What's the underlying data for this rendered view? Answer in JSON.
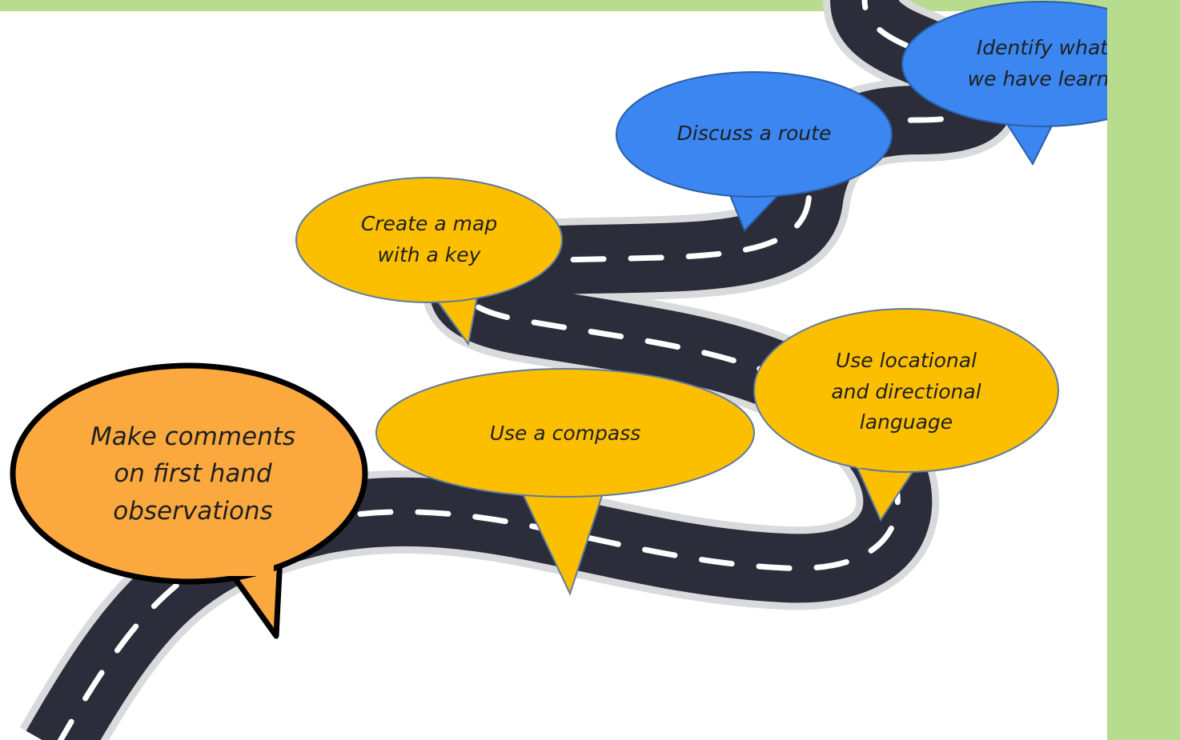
{
  "colors": {
    "panel_green": "#b7dc8d",
    "road_asphalt": "#2b2d3a",
    "road_edge": "#d9dadc",
    "lane_mark": "#ffffff",
    "bubble_blue": "#3b86f0",
    "bubble_yellow": "#fbbf00",
    "bubble_orange": "#fba93f"
  },
  "steps": [
    {
      "label": "Make comments\non first hand\nobservations"
    },
    {
      "label": "Use a compass"
    },
    {
      "label": "Use locational\nand directional\nlanguage"
    },
    {
      "label": "Create a map\nwith a key"
    },
    {
      "label": "Discuss a route"
    },
    {
      "label": "Identify what\nwe have learnt"
    }
  ]
}
